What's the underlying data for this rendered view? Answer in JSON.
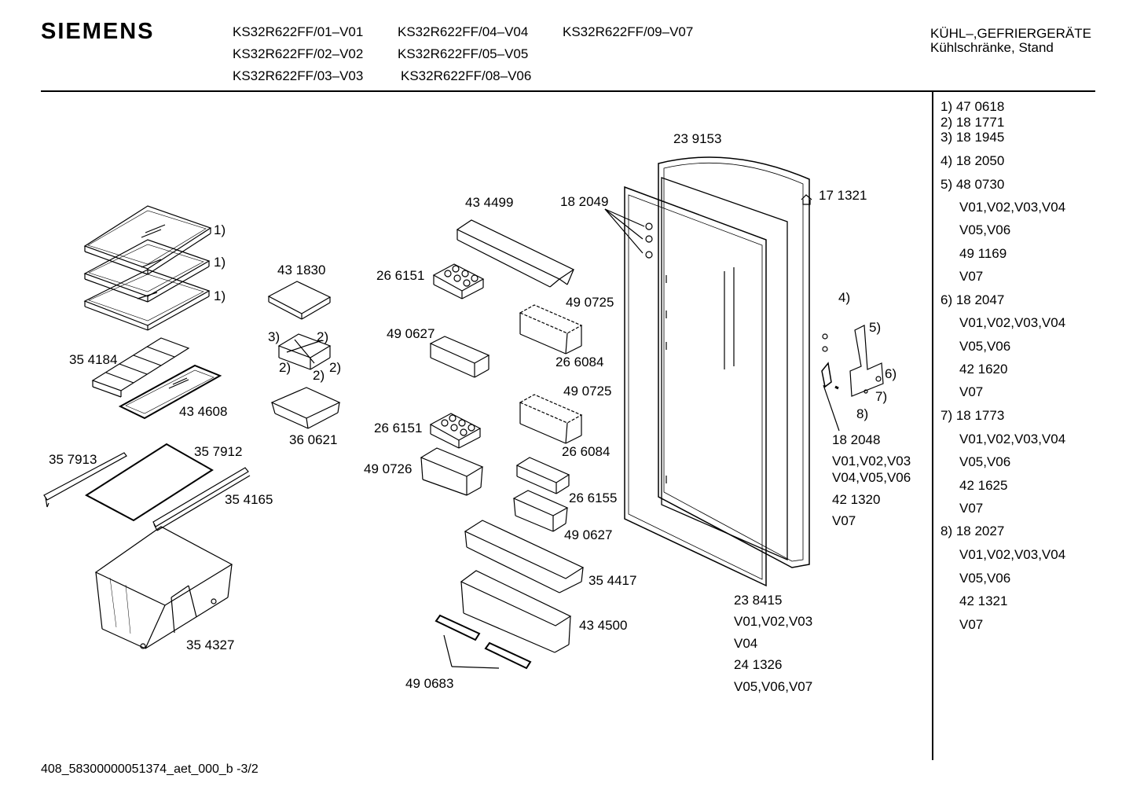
{
  "header": {
    "brand": "SIEMENS",
    "models": [
      "KS32R622FF/01–V01",
      "KS32R622FF/04–V04",
      "KS32R622FF/09–V07",
      "KS32R622FF/02–V02",
      "KS32R622FF/05–V05",
      "KS32R622FF/03–V03",
      "KS32R622FF/08–V06"
    ],
    "category_line1": "KÜHL–,GEFRIERGERÄTE",
    "category_line2": "Kühlschränke, Stand"
  },
  "labels": [
    "1)",
    "1)",
    "1)",
    "35 4184",
    "43 4608",
    "43 1830",
    "3)",
    "2)",
    "2)",
    "2)",
    "2)",
    "36 0621",
    "35 7913",
    "35 7912",
    "35 4165",
    "35 4327",
    "43 4499",
    "26 6151",
    "49 0725",
    "49 0627",
    "26 6084",
    "49 0725",
    "26 6151",
    "26 6084",
    "49 0726",
    "26 6155",
    "49 0627",
    "35 4417",
    "43 4500",
    "49 0683",
    "18 2049",
    "23 9153",
    "17 1321",
    "4)",
    "5)",
    "6)",
    "7)",
    "8)",
    "18 2048",
    "V01,V02,V03",
    "V04,V05,V06",
    "42 1320",
    "V07",
    "23 8415",
    "V01,V02,V03",
    "V04",
    "24 1326",
    "V05,V06,V07"
  ],
  "side_list": [
    "1) 47 0618",
    "2) 18 1771",
    "3) 18 1945",
    "4) 18 2050",
    "5) 48 0730",
    "V01,V02,V03,V04",
    "V05,V06",
    "49 1169",
    "V07",
    "6) 18 2047",
    "V01,V02,V03,V04",
    "V05,V06",
    "42 1620",
    "V07",
    "7) 18 1773",
    "V01,V02,V03,V04",
    "V05,V06",
    "42 1625",
    "V07",
    "8) 18 2027",
    "V01,V02,V03,V04",
    "V05,V06",
    "42 1321",
    "V07"
  ],
  "footer": "408_58300000051374_aet_000_b -3/2"
}
